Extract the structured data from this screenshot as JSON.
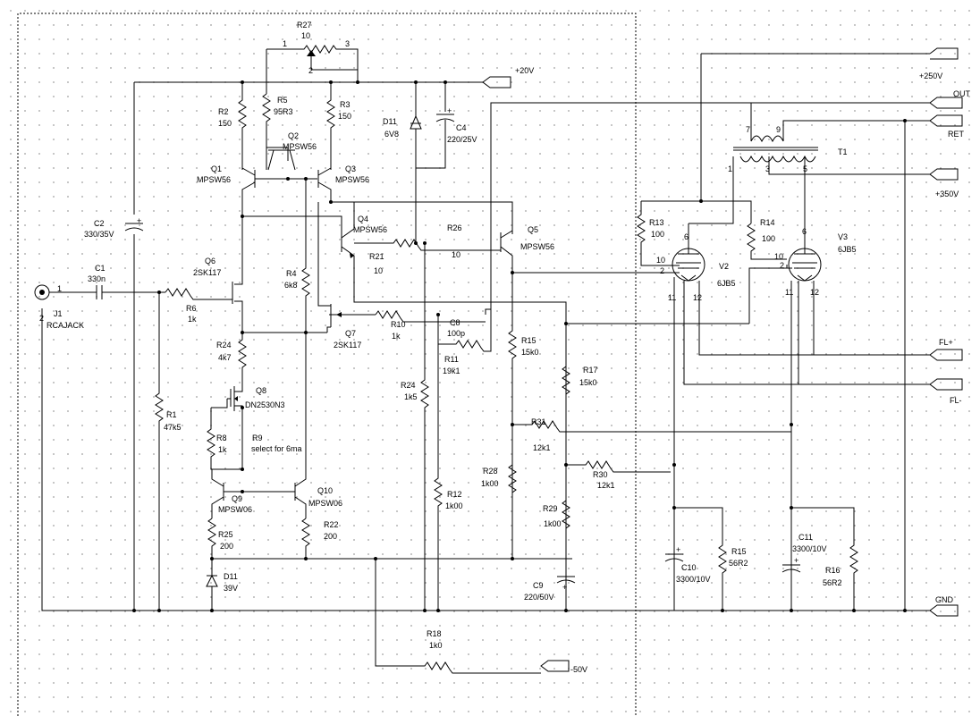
{
  "ports": {
    "p20v": "+20V",
    "p250v": "+250V",
    "out": "OUT",
    "ret": "RET",
    "p350v": "+350V",
    "flp": "FL+",
    "flm": "FL-",
    "gnd": "GND",
    "m50v": "-50V"
  },
  "components": {
    "R27": {
      "ref": "R27",
      "value": "10",
      "pin1": "1",
      "pin2": "2",
      "pin3": "3"
    },
    "R5": {
      "ref": "R5",
      "value": "95R3"
    },
    "R2": {
      "ref": "R2",
      "value": "150"
    },
    "R3": {
      "ref": "R3",
      "value": "150"
    },
    "Q1": {
      "ref": "Q1",
      "value": "MPSW56"
    },
    "Q2": {
      "ref": "Q2",
      "value": "MPSW56"
    },
    "Q3": {
      "ref": "Q3",
      "value": "MPSW56"
    },
    "Q4": {
      "ref": "Q4",
      "value": "MPSW56"
    },
    "Q5": {
      "ref": "Q5",
      "value": "MPSW56"
    },
    "D11a": {
      "ref": "D11",
      "value": "6V8"
    },
    "C4": {
      "ref": "C4",
      "value": "220/25V"
    },
    "C2": {
      "ref": "C2",
      "value": "330/35V"
    },
    "C1": {
      "ref": "C1",
      "value": "330n"
    },
    "J1": {
      "ref": "J1",
      "value": "RCAJACK",
      "pin1": "1",
      "pin2": "2"
    },
    "Q6": {
      "ref": "Q6",
      "value": "2SK117"
    },
    "R6": {
      "ref": "R6",
      "value": "1k"
    },
    "R4": {
      "ref": "R4",
      "value": "6k8"
    },
    "R21": {
      "ref": "R21",
      "value": "10"
    },
    "R26": {
      "ref": "R26",
      "value": "10"
    },
    "Q7": {
      "ref": "Q7",
      "value": "2SK117"
    },
    "R10": {
      "ref": "R10",
      "value": "1k"
    },
    "C8": {
      "ref": "C8",
      "value": "100p"
    },
    "R11": {
      "ref": "R11",
      "value": "19k1"
    },
    "R15a": {
      "ref": "R15",
      "value": "15k0"
    },
    "R17": {
      "ref": "R17",
      "value": "15k0"
    },
    "R24a": {
      "ref": "R24",
      "value": "4k7"
    },
    "Q8": {
      "ref": "Q8",
      "value": "DN2530N3"
    },
    "R1": {
      "ref": "R1",
      "value": "47k5"
    },
    "R8": {
      "ref": "R8",
      "value": "1k"
    },
    "R9": {
      "ref": "R9",
      "value": "select for 6ma"
    },
    "R24b": {
      "ref": "R24",
      "value": "1k5"
    },
    "R31": {
      "ref": "R31",
      "value": "12k1"
    },
    "R30": {
      "ref": "R30",
      "value": "12k1"
    },
    "R28": {
      "ref": "R28",
      "value": "1k00"
    },
    "R12": {
      "ref": "R12",
      "value": "1k00"
    },
    "R29": {
      "ref": "R29",
      "value": "1k00"
    },
    "Q9": {
      "ref": "Q9",
      "value": "MPSW06"
    },
    "Q10": {
      "ref": "Q10",
      "value": "MPSW06"
    },
    "R25": {
      "ref": "R25",
      "value": "200"
    },
    "R22": {
      "ref": "R22",
      "value": "200"
    },
    "D11b": {
      "ref": "D11",
      "value": "39V"
    },
    "C9": {
      "ref": "C9",
      "value": "220/50V"
    },
    "R18": {
      "ref": "R18",
      "value": "1k0"
    },
    "R13": {
      "ref": "R13",
      "value": "100"
    },
    "R14": {
      "ref": "R14",
      "value": "100"
    },
    "V2": {
      "ref": "V2",
      "value": "6JB5",
      "pin6": "6",
      "pin10": "10",
      "pin2": "2",
      "pin11": "11",
      "pin12": "12"
    },
    "V3": {
      "ref": "V3",
      "value": "6JB5",
      "pin6": "6",
      "pin10": "10",
      "pin2": "2",
      "pin11": "11",
      "pin12": "12"
    },
    "T1": {
      "ref": "T1",
      "pin7": "7",
      "pin9": "9",
      "pin1": "1",
      "pin3": "3",
      "pin5": "5"
    },
    "C10": {
      "ref": "C10",
      "value": "3300/10V"
    },
    "R15b": {
      "ref": "R15",
      "value": "56R2"
    },
    "C11": {
      "ref": "C11",
      "value": "3300/10V"
    },
    "R16": {
      "ref": "R16",
      "value": "56R2"
    }
  }
}
